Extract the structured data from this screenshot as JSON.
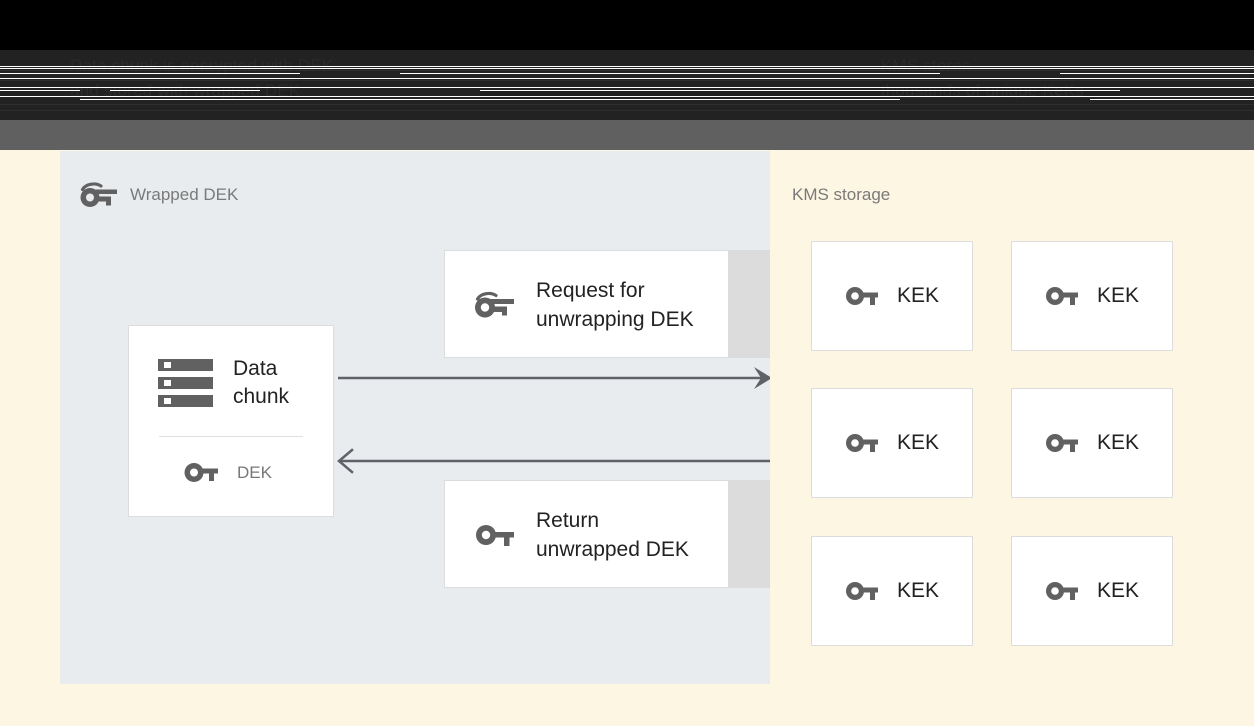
{
  "header": {
    "line_left": "Data chunk is encrypted with DEK\nand stored with wrapped DEK",
    "line_right": "KMS stores\nthousands of unique KeKs",
    "background_color": "#222222",
    "bar_color": "#606060"
  },
  "left_panel": {
    "title": "Wrapped DEK",
    "title_icon": "wrapped-key-icon",
    "background_color": "#e8ecef",
    "data_chunk_card": {
      "icon": "storage-chunk-icon",
      "label": "Data\nchunk",
      "key_icon": "key-icon",
      "key_label": "DEK"
    },
    "messages": [
      {
        "id": "request",
        "icon": "wrapped-key-icon",
        "label": "Request for\nunwrapping DEK"
      },
      {
        "id": "return",
        "icon": "key-icon",
        "label": "Return\nunwrapped DEK"
      }
    ],
    "arrows": [
      {
        "id": "to-kms",
        "direction": "right",
        "style": "solid-filled-head"
      },
      {
        "id": "from-kms",
        "direction": "left",
        "style": "solid-chevron-head"
      }
    ]
  },
  "right_panel": {
    "title": "KMS storage",
    "background_color": "#fdf6e3",
    "keks": [
      {
        "icon": "key-icon",
        "label": "KEK"
      },
      {
        "icon": "key-icon",
        "label": "KEK"
      },
      {
        "icon": "key-icon",
        "label": "KEK"
      },
      {
        "icon": "key-icon",
        "label": "KEK"
      },
      {
        "icon": "key-icon",
        "label": "KEK"
      },
      {
        "icon": "key-icon",
        "label": "KEK"
      }
    ]
  },
  "colors": {
    "panel_left": "#e8ecef",
    "panel_right": "#fdf6e3",
    "card_border": "#dcdcdc",
    "icon_grey": "#616161",
    "text_dark": "#222222",
    "text_muted": "#7a7a7a",
    "arrow": "#5f6368"
  }
}
